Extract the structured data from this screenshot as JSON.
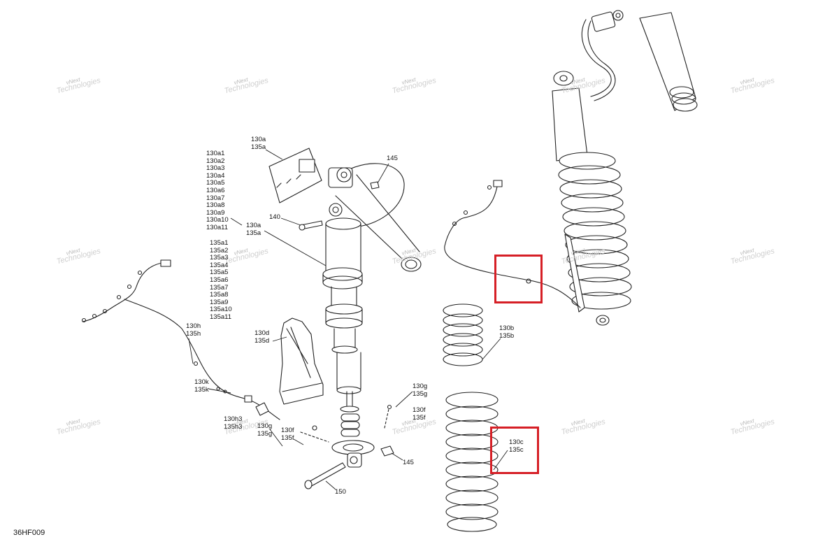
{
  "figure_code": "36HF009",
  "watermark": {
    "line1": "vNext",
    "line2": "Technologies"
  },
  "highlight_color": "#d61f26",
  "callouts": {
    "top_130a": [
      "130a",
      "135a"
    ],
    "list_130a": [
      "130a1",
      "130a2",
      "130a3",
      "130a4",
      "130a5",
      "130a6",
      "130a7",
      "130a8",
      "130a9",
      "130a10",
      "130a11"
    ],
    "mid_130a": [
      "130a",
      "135a"
    ],
    "list_135a": [
      "135a1",
      "135a2",
      "135a3",
      "135a4",
      "135a5",
      "135a6",
      "135a7",
      "135a8",
      "135a9",
      "135a10",
      "135a11"
    ],
    "p145_top": [
      "145"
    ],
    "p140": [
      "140"
    ],
    "p130h": [
      "130h",
      "135h"
    ],
    "p130d": [
      "130d",
      "135d"
    ],
    "p130k": [
      "130k",
      "135k"
    ],
    "p130h3": [
      "130h3",
      "135h3"
    ],
    "p130g_left": [
      "130g",
      "135g"
    ],
    "p130f_left": [
      "130f",
      "135f"
    ],
    "p130g_right": [
      "130g",
      "135g"
    ],
    "p130f_right": [
      "130f",
      "135f"
    ],
    "p130b": [
      "130b",
      "135b"
    ],
    "p130c": [
      "130c",
      "135c"
    ],
    "p145_bottom": [
      "145"
    ],
    "p150": [
      "150"
    ]
  }
}
